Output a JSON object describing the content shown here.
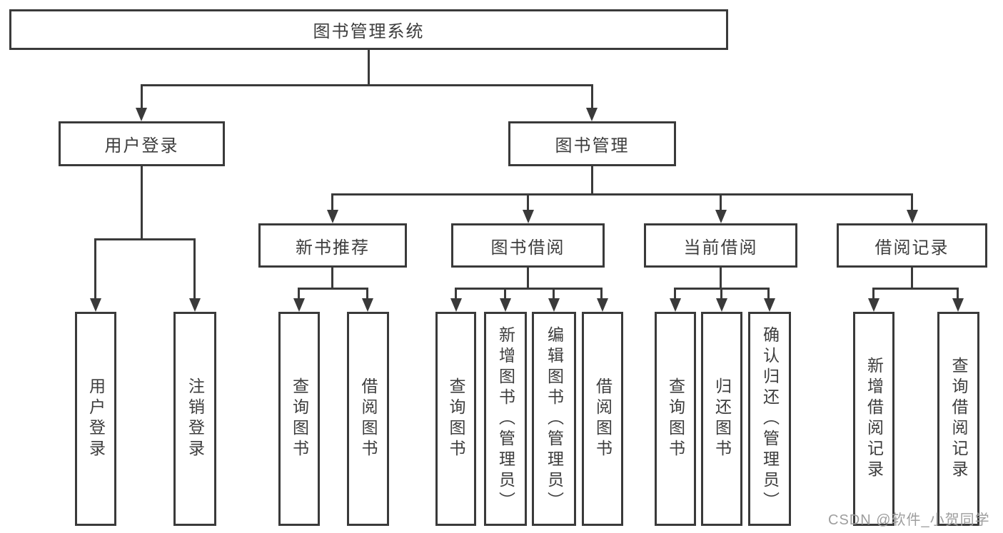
{
  "diagram": {
    "type": "hierarchy-tree",
    "title": "图书管理系统"
  },
  "tree": {
    "label": "图书管理系统",
    "children": [
      {
        "label": "用户登录",
        "children": [
          {
            "label": "用户登录"
          },
          {
            "label": "注销登录"
          }
        ]
      },
      {
        "label": "图书管理",
        "children": [
          {
            "label": "新书推荐",
            "children": [
              {
                "label": "查询图书"
              },
              {
                "label": "借阅图书"
              }
            ]
          },
          {
            "label": "图书借阅",
            "children": [
              {
                "label": "查询图书"
              },
              {
                "label": "新增图书（管理员）"
              },
              {
                "label": "编辑图书（管理员）"
              },
              {
                "label": "借阅图书"
              }
            ]
          },
          {
            "label": "当前借阅",
            "children": [
              {
                "label": "查询图书"
              },
              {
                "label": "归还图书"
              },
              {
                "label": "确认归还（管理员）"
              }
            ]
          },
          {
            "label": "借阅记录",
            "children": [
              {
                "label": "新增借阅记录"
              },
              {
                "label": "查询借阅记录"
              }
            ]
          }
        ]
      }
    ]
  },
  "watermark": {
    "text": "CSDN @软件_小贺同学"
  },
  "colors": {
    "line": "#3a3a3a",
    "text": "#3d3d3d",
    "watermark": "#9e9e9e",
    "background": "#ffffff"
  }
}
